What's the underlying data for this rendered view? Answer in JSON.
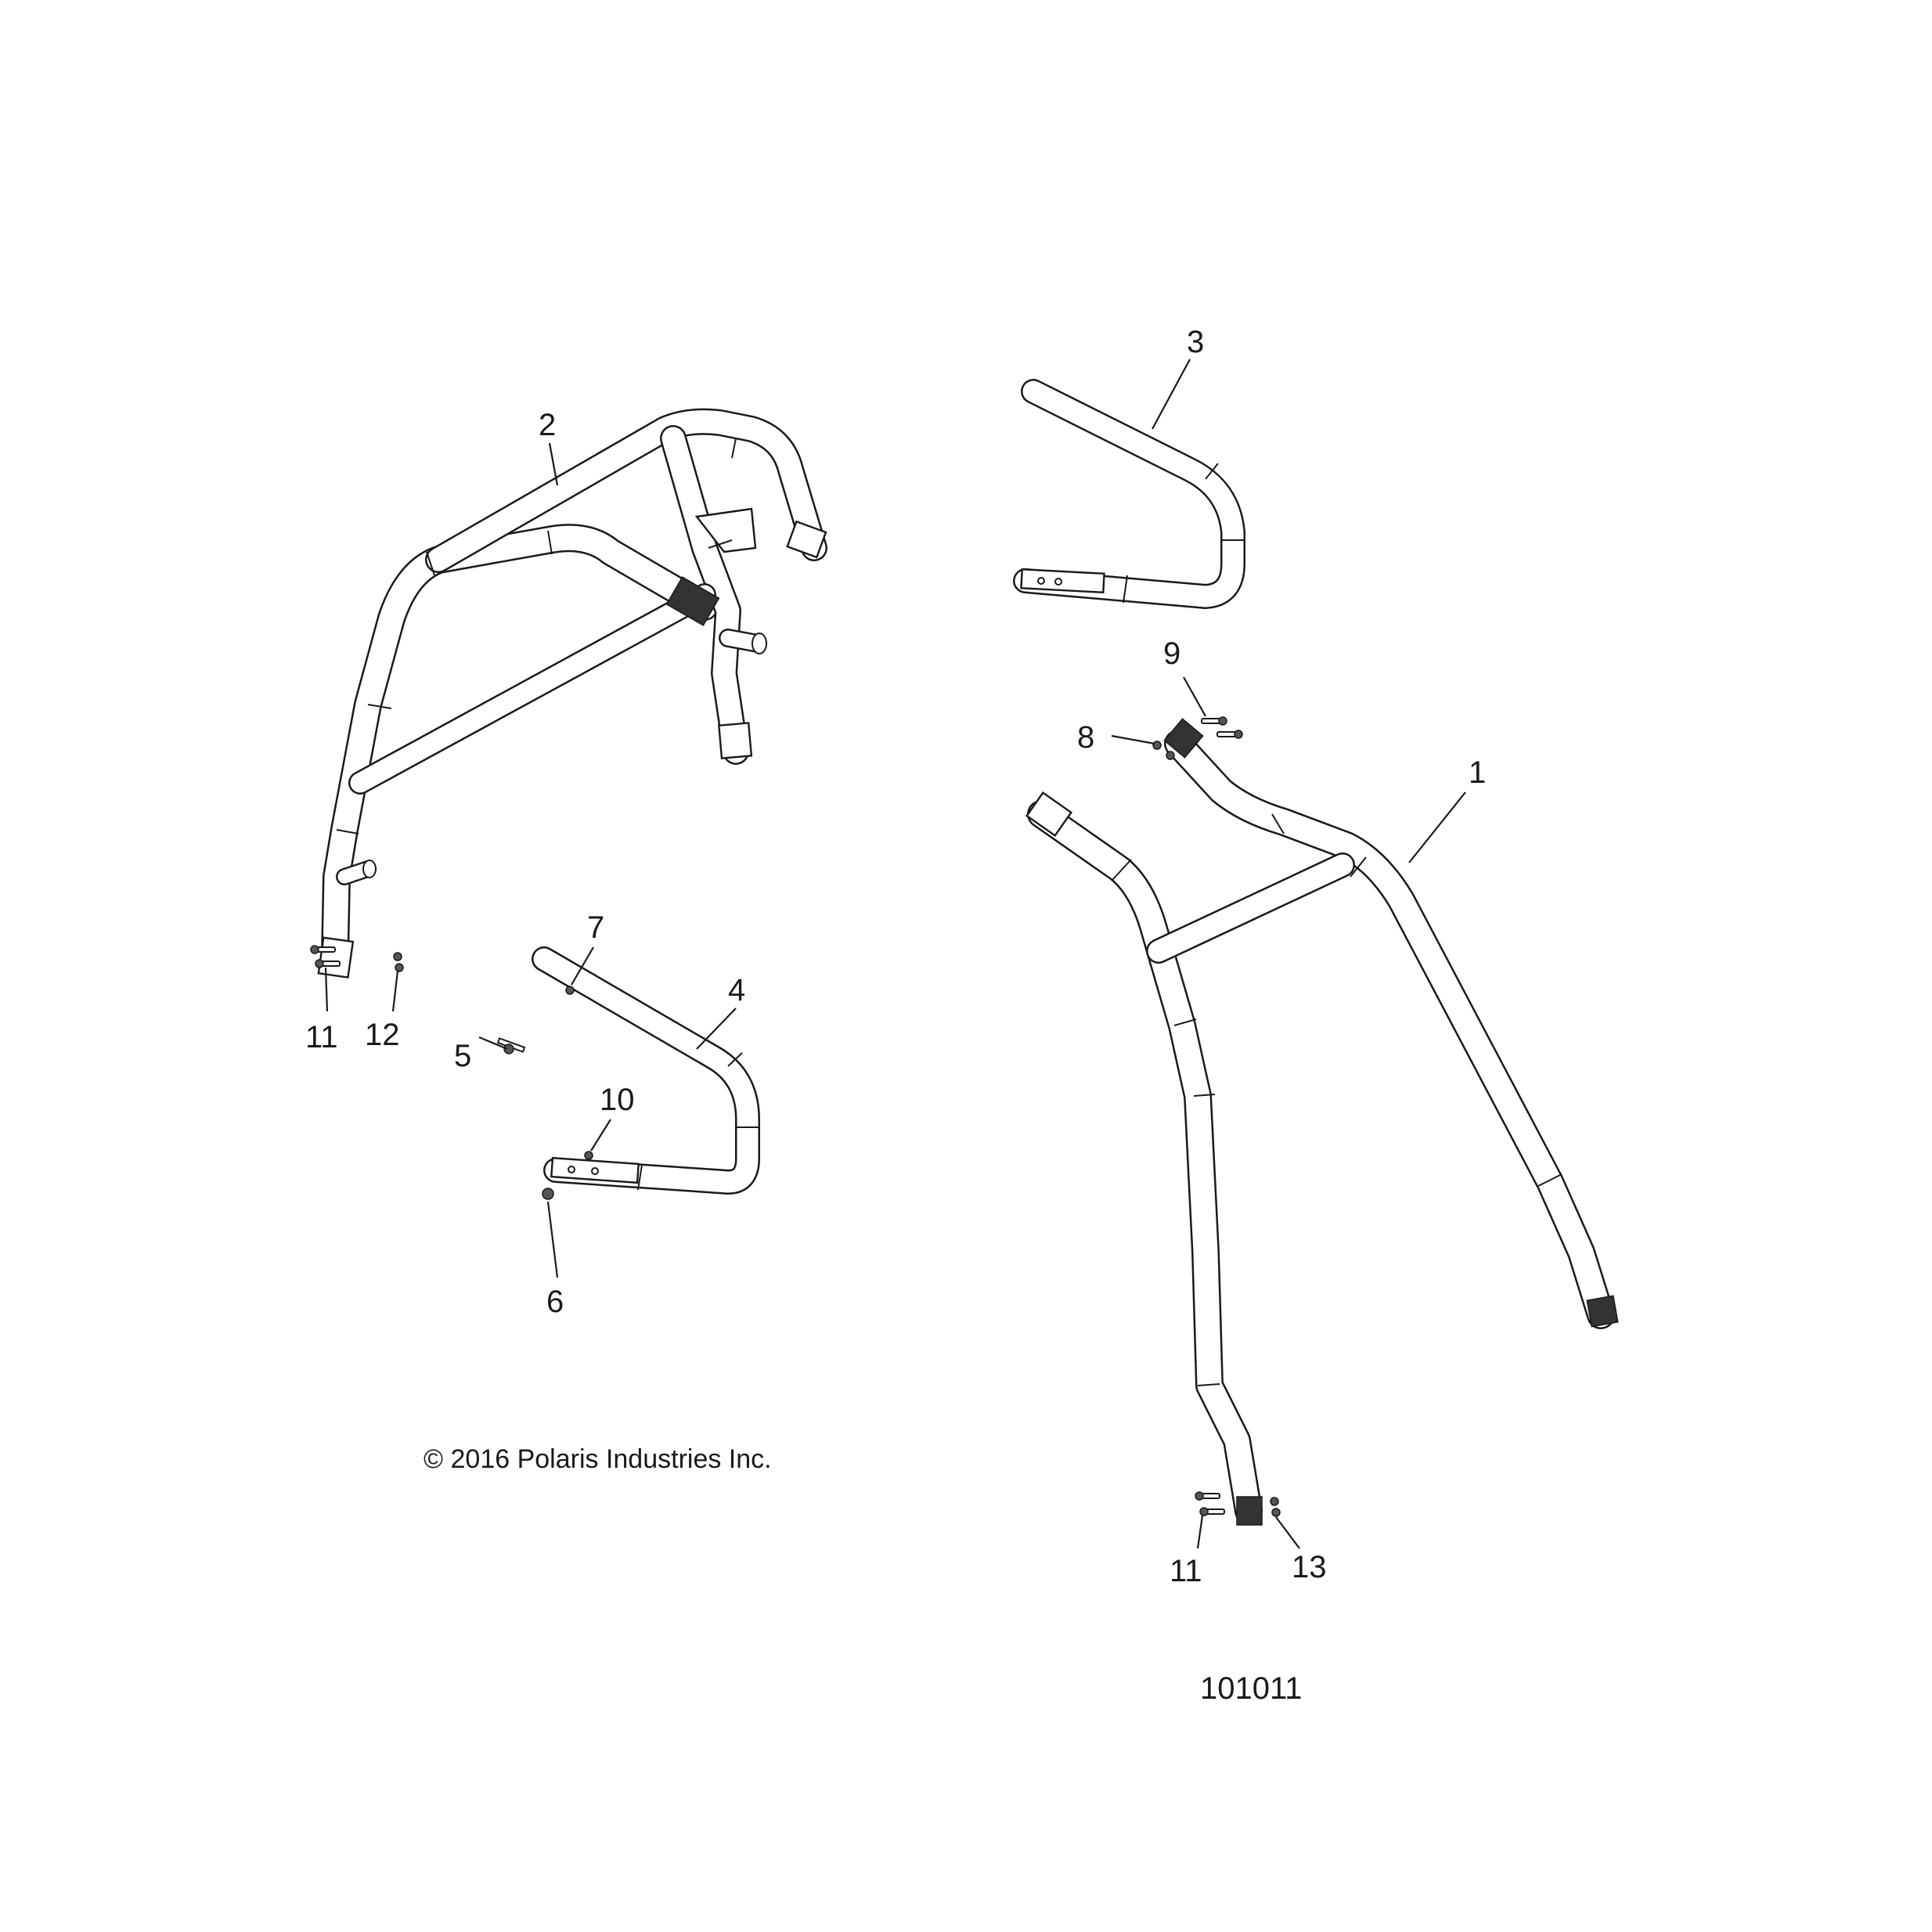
{
  "callouts": {
    "c1": "1",
    "c2": "2",
    "c3": "3",
    "c4": "4",
    "c5": "5",
    "c6": "6",
    "c7": "7",
    "c8": "8",
    "c9": "9",
    "c10": "10",
    "c11a": "11",
    "c11b": "11",
    "c12": "12",
    "c13": "13"
  },
  "copyright": "© 2016 Polaris Industries Inc.",
  "reference_number": "101011",
  "colors": {
    "line": "#1a1a1a",
    "background": "#ffffff"
  }
}
